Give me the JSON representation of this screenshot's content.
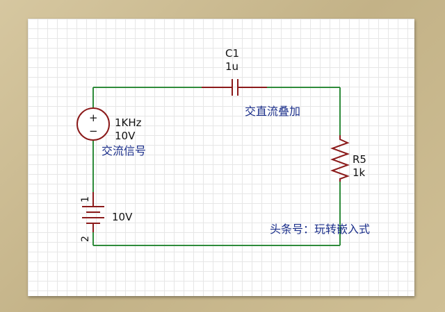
{
  "colors": {
    "wire": "#2e8b3a",
    "component": "#8b1a1a",
    "label": "#111111",
    "annotation": "#1a2e8a"
  },
  "capacitor": {
    "name": "C1",
    "value": "1u"
  },
  "ac_source": {
    "frequency": "1KHz",
    "voltage": "10V",
    "note": "交流信号",
    "plus": "+",
    "minus": "−"
  },
  "dc_source": {
    "voltage": "10V",
    "pin1": "1",
    "pin2": "2"
  },
  "resistor": {
    "name": "R5",
    "value": "1k"
  },
  "annotations": {
    "mix": "交直流叠加",
    "credit": "头条号：玩转嵌入式"
  }
}
